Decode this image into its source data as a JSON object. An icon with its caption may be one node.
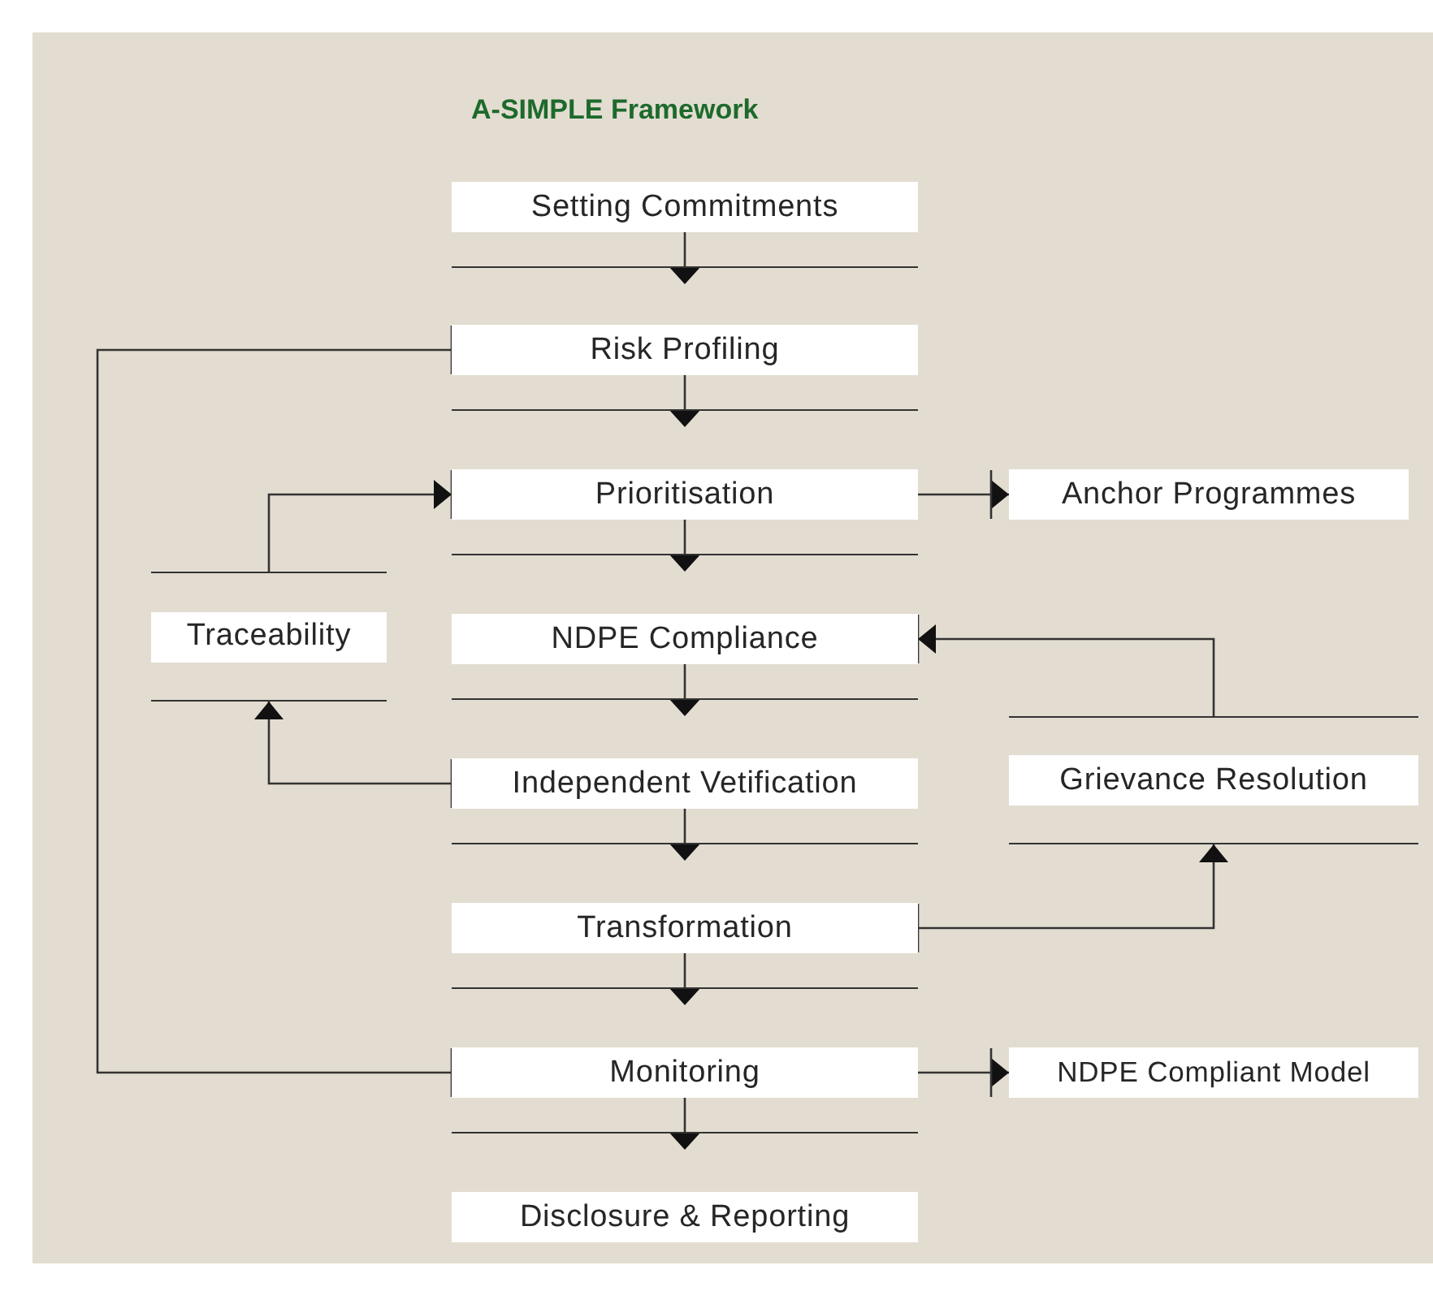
{
  "diagram": {
    "title": "A-SIMPLE Framework",
    "nodes": [
      {
        "text": [
          "Setting Commitments"
        ]
      },
      {
        "text": [
          "Risk Profiling"
        ]
      },
      {
        "text": [
          "Prioritisation"
        ]
      },
      {
        "text": [
          "Anchor Programmes"
        ]
      },
      {
        "text": [
          "Traceability"
        ]
      },
      {
        "text": [
          "NDPE Compliance"
        ]
      },
      {
        "text": [
          "Independent Vetification"
        ]
      },
      {
        "text": [
          "Grievance Resolution"
        ]
      },
      {
        "text": [
          "Transformation"
        ]
      },
      {
        "text": [
          "Monitoring"
        ]
      },
      {
        "text": [
          "NDPE Compliant Model"
        ]
      },
      {
        "text": [
          "Disclosure & Reporting"
        ]
      }
    ],
    "edges": [
      {
        "from": 0,
        "to": 1,
        "arrow": "to"
      },
      {
        "from": 1,
        "to": 2,
        "arrow": "to"
      },
      {
        "from": 2,
        "to": 5,
        "arrow": "to"
      },
      {
        "from": 5,
        "to": 6,
        "arrow": "to"
      },
      {
        "from": 6,
        "to": 8,
        "arrow": "to"
      },
      {
        "from": 8,
        "to": 9,
        "arrow": "to"
      },
      {
        "from": 9,
        "to": 11,
        "arrow": "to"
      },
      {
        "from": 2,
        "to": 3,
        "arrow": "to"
      },
      {
        "from": 9,
        "to": 10,
        "arrow": "to"
      },
      {
        "from": 4,
        "to": 2,
        "arrow": "to"
      },
      {
        "from": 6,
        "to": 4,
        "arrow": "to"
      },
      {
        "from": 7,
        "to": 5,
        "arrow": "to"
      },
      {
        "from": 8,
        "to": 7,
        "arrow": "to"
      },
      {
        "from": 1,
        "to": 9,
        "arrow": "other"
      }
    ]
  }
}
